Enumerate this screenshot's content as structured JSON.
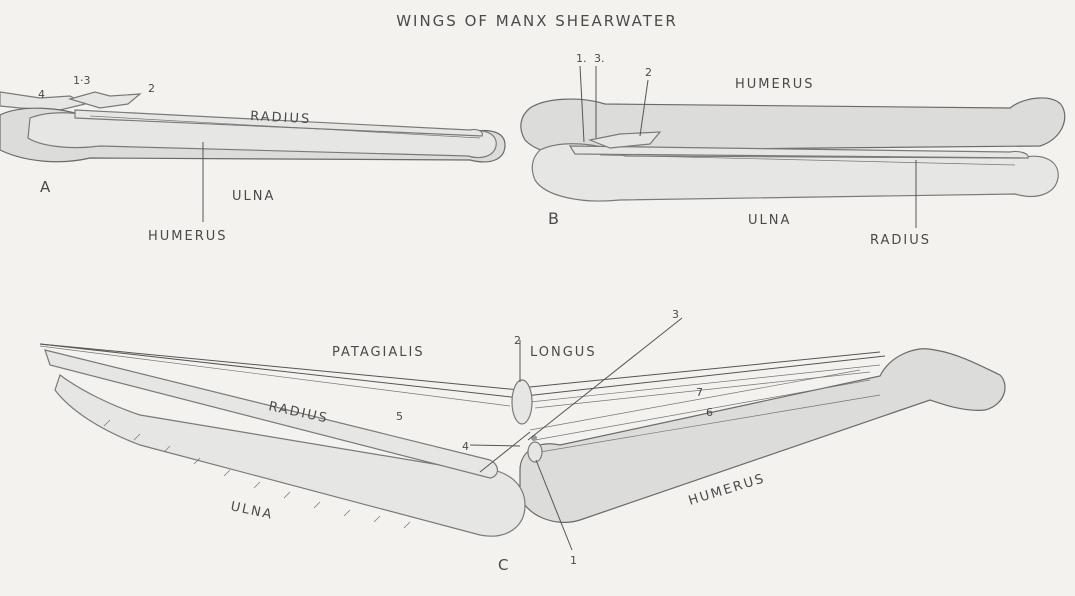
{
  "title": "WINGS OF MANX SHEARWATER",
  "figure_a": {
    "letter": "A",
    "radius": "RADIUS",
    "ulna": "ULNA",
    "humerus": "HUMERUS",
    "n1_3": "1·3",
    "n2": "2",
    "n4": "4"
  },
  "figure_b": {
    "letter": "B",
    "humerus": "HUMERUS",
    "ulna": "ULNA",
    "radius": "RADIUS",
    "n1": "1.",
    "n3": "3.",
    "n2": "2"
  },
  "figure_c": {
    "letter": "C",
    "patagialis": "PATAGIALIS",
    "longus": "LONGUS",
    "radius": "RADIUS",
    "ulna": "ULNA",
    "humerus": "HUMERUS",
    "n1": "1",
    "n2": "2",
    "n3": "3",
    "n4": "4",
    "n5": "5",
    "n6": "6",
    "n7": "7"
  }
}
